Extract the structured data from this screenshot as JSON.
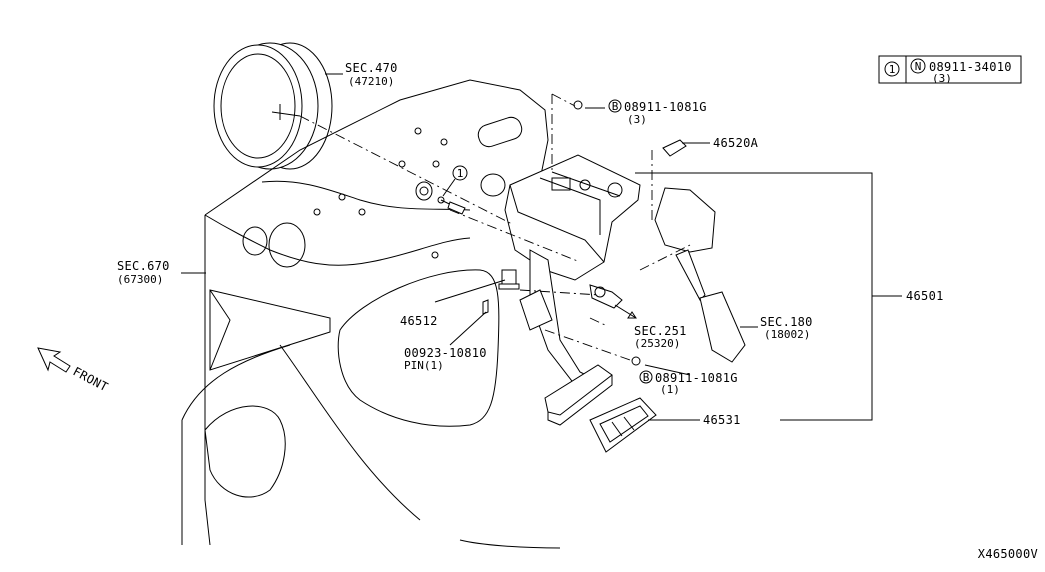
{
  "legend": {
    "marker": "1",
    "code_symbol": "N",
    "part": "08911-34010",
    "qty": "(3)"
  },
  "callouts": {
    "sec470": {
      "line1": "SEC.470",
      "line2": "(47210)"
    },
    "sec670": {
      "line1": "SEC.670",
      "line2": "(67300)"
    },
    "bolt_top": {
      "symbol": "B",
      "line1": "08911-1081G",
      "line2": "(3)"
    },
    "p46520a": {
      "line1": "46520A"
    },
    "p46501": {
      "line1": "46501"
    },
    "sec180": {
      "line1": "SEC.180",
      "line2": "(18002)"
    },
    "sec251": {
      "line1": "SEC.251",
      "line2": "(25320)"
    },
    "p46512": {
      "line1": "46512"
    },
    "pin": {
      "line1": "00923-10810",
      "line2": "PIN(1)"
    },
    "bolt_bottom": {
      "symbol": "B",
      "line1": "08911-1081G",
      "line2": "(1)"
    },
    "p46531": {
      "line1": "46531"
    },
    "circle_marker": "1"
  },
  "front_label": "FRONT",
  "diagram_code": "X465000V"
}
